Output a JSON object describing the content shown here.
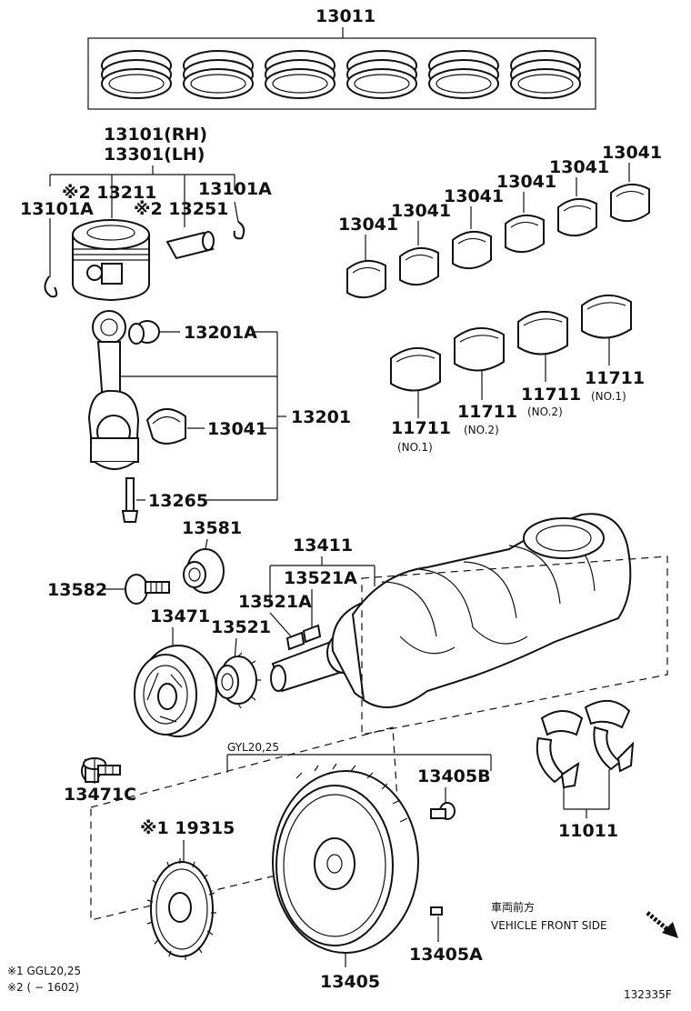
{
  "labels": {
    "piston_ring_set": "13011",
    "piston_rh": "13101(RH)",
    "piston_lh": "13301(LH)",
    "piston_pin": "※2 13211",
    "snap_ring_left": "13101A",
    "snap_ring_right": "13101A",
    "pin_bush": "※2 13251",
    "conrod_bush": "13201A",
    "conrod_bearing": "13041",
    "conrod_assy": "13201",
    "conrod_bolt": "13265",
    "main_bearing_upper": [
      "13041",
      "13041",
      "13041",
      "13041",
      "13041",
      "13041"
    ],
    "main_bearing_lower": [
      {
        "num": "11711",
        "sub": "(NO.1)"
      },
      {
        "num": "11711",
        "sub": "(NO.2)"
      },
      {
        "num": "11711",
        "sub": "(NO.2)"
      },
      {
        "num": "11711",
        "sub": "(NO.1)"
      }
    ],
    "pulley_washer": "13581",
    "pulley_bolt": "13582",
    "crankshaft": "13411",
    "key_a": "13521A",
    "key_b": "13521A",
    "pulley": "13471",
    "timing_gear": "13521",
    "pulley_bolt_c": "13471C",
    "thrust_washer": "11011",
    "flywheel_note": "GYL20,25",
    "flywheel_bolt": "13405B",
    "drive_plate": "※1 19315",
    "flywheel": "13405",
    "flywheel_pin": "13405A",
    "front_jp": "車両前方",
    "front_en": "VEHICLE FRONT SIDE",
    "footnote_1": "※1 GGL20,25",
    "footnote_2": "※2 (        − 1602)",
    "diagram_id": "132335F"
  }
}
